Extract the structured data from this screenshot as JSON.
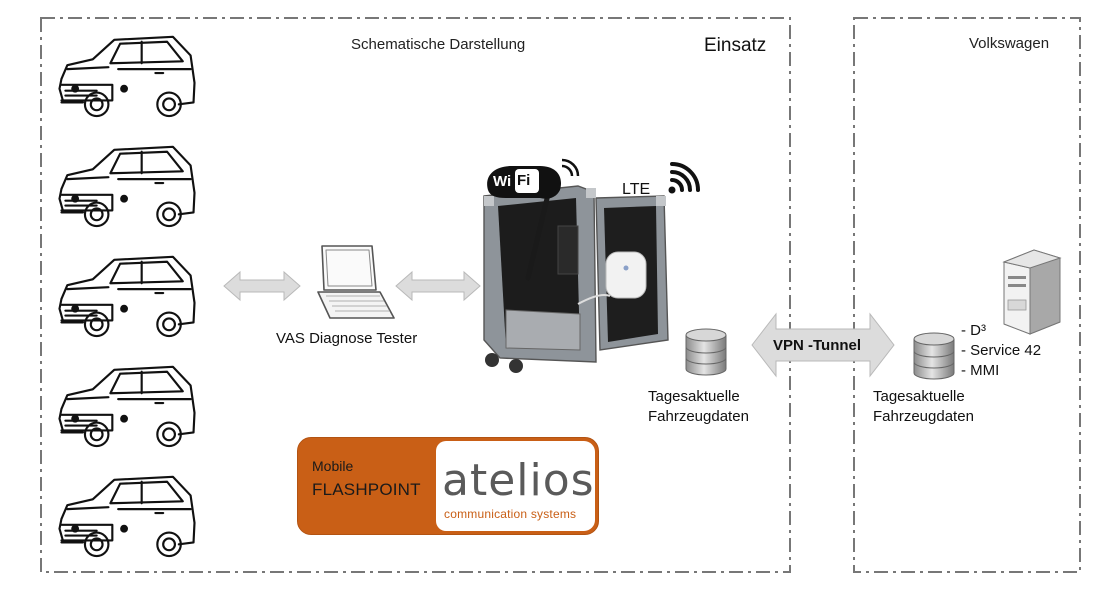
{
  "zones": {
    "einsatz": {
      "title": "Einsatz",
      "subtitle": "Schematische Darstellung"
    },
    "volkswagen": {
      "title": "Volkswagen"
    }
  },
  "vas": {
    "label": "VAS Diagnose Tester"
  },
  "case": {
    "wifi_label_left": "Wi",
    "wifi_label_right": "Fi",
    "lte_label": "LTE"
  },
  "db_left": {
    "label_line1": "Tagesaktuelle",
    "label_line2": "Fahrzeugdaten"
  },
  "db_right": {
    "label_line1": "Tagesaktuelle",
    "label_line2": "Fahrzeugdaten"
  },
  "tunnel": {
    "label": "VPN -Tunnel"
  },
  "server": {
    "items": [
      "- D³",
      "- Service 42",
      "- MMI"
    ]
  },
  "logo": {
    "line1": "Mobile",
    "line2": "FLASHPOINT",
    "word": "atelios",
    "sub": "communication systems"
  },
  "colors": {
    "brand_orange": "#c95f16",
    "arrow_gray": "#dcdcdc",
    "border_gray": "#777777"
  }
}
